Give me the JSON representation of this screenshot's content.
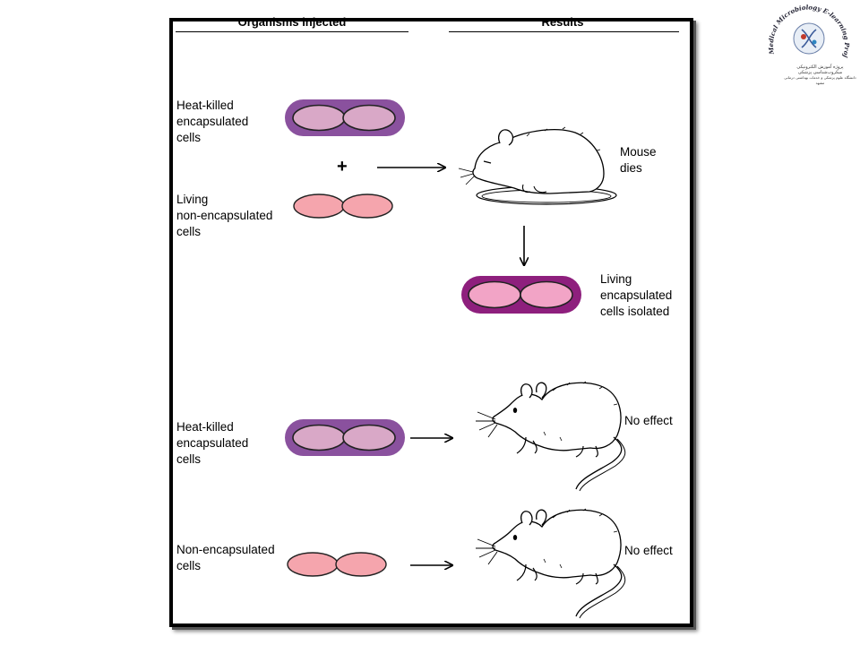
{
  "headers": {
    "organisms": "Organisms injected",
    "results": "Results"
  },
  "experiments": [
    {
      "inputs": [
        {
          "label": "Heat-killed\nencapsulated\ncells",
          "type": "encapsulated"
        },
        {
          "label": "Living\nnon-encapsulated\ncells",
          "type": "non-encapsulated"
        }
      ],
      "combine": "+",
      "result": "Mouse\ndies",
      "followup": "Living\nencapsulated\ncells isolated"
    },
    {
      "inputs": [
        {
          "label": "Heat-killed\nencapsulated\ncells",
          "type": "encapsulated"
        }
      ],
      "result": "No effect"
    },
    {
      "inputs": [
        {
          "label": "Non-encapsulated\ncells",
          "type": "non-encapsulated"
        }
      ],
      "result": "No effect"
    }
  ],
  "logo": {
    "title": "Medical Microbiology E-learning Project",
    "persian_line1": "پروژه آموزش الکترونیکی میکروب‌شناسی پزشکی",
    "persian_line2": "دانشگاه علوم پزشکی و خدمات بهداشتی درمانی مشهد"
  },
  "colors": {
    "capsule_dead": "#8a519e",
    "capsule_live": "#8e1f7d",
    "cell_dead": "#d9a8c7",
    "cell_live": "#f2a4c6",
    "cell_naked": "#f5a5ad",
    "outline": "#222222"
  },
  "icons": [
    "mouse-dead-icon",
    "mouse-icon",
    "arrow-right-icon",
    "arrow-down-icon"
  ]
}
